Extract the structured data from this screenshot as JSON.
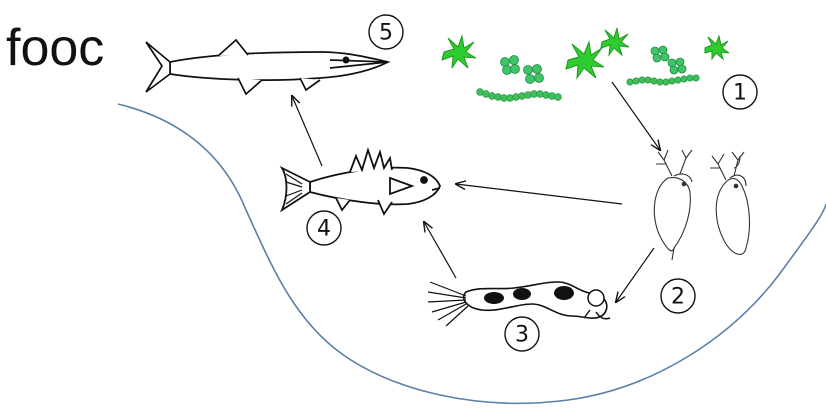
{
  "title": "fooc",
  "labels": [
    "1",
    "2",
    "3",
    "4",
    "5"
  ],
  "organisms": {
    "1": "algae-icon",
    "2": "water-flea-icon",
    "3": "larva-icon",
    "4": "small-fish-icon",
    "5": "pike-icon"
  },
  "colors": {
    "shore_line": "#5b7fa8",
    "algae_green": "#2ecc2e",
    "algae_dark": "#1f9a1f",
    "ink": "#111111"
  }
}
